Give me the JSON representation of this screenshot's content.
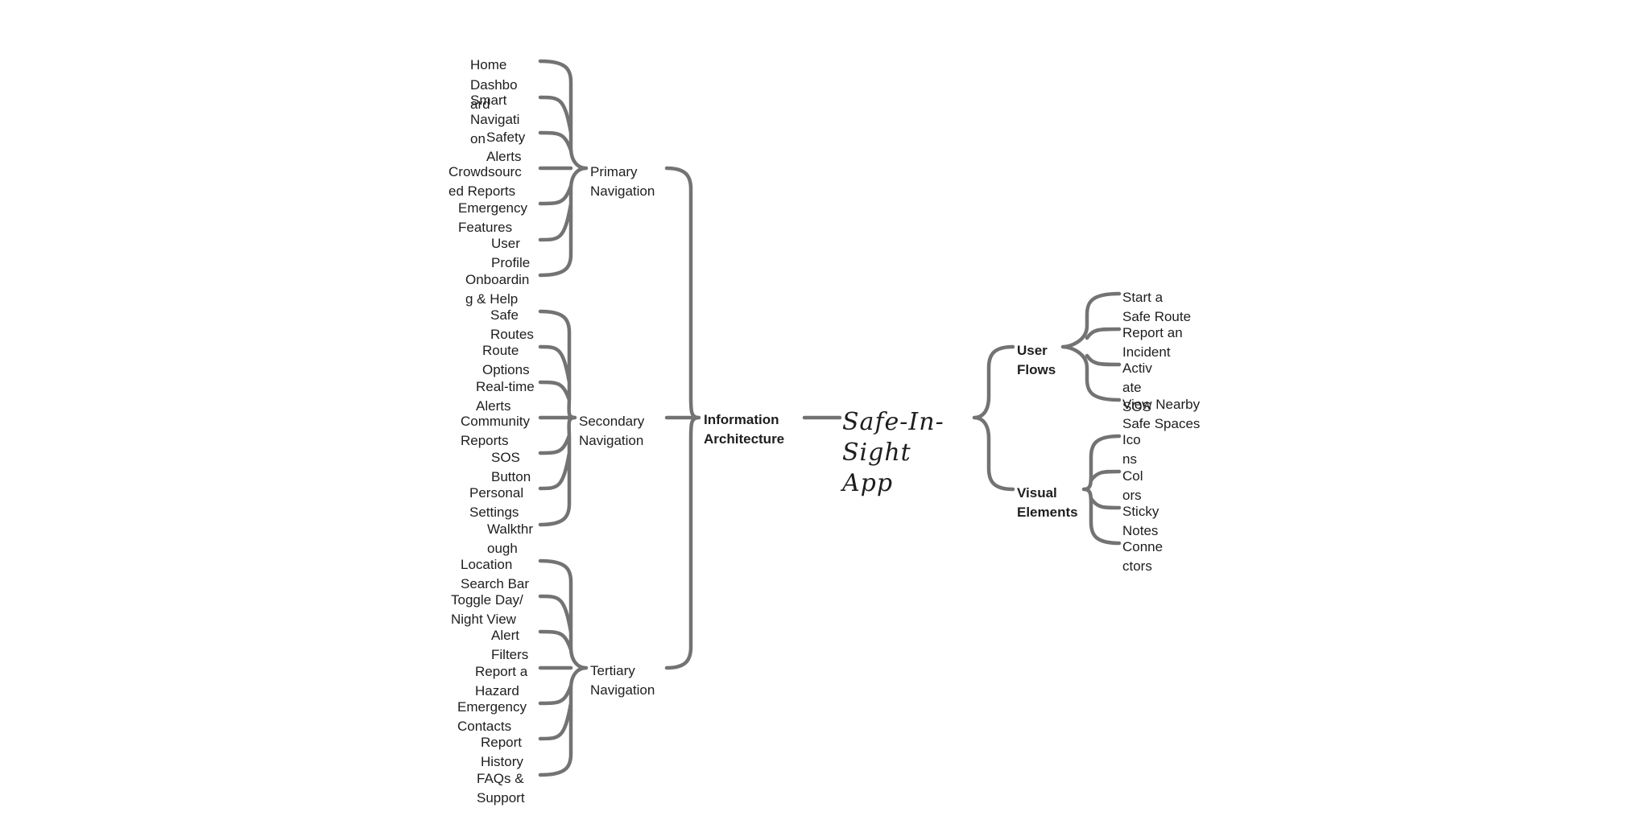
{
  "central": "Safe-In-Sight App",
  "left": {
    "hub": "Information Architecture",
    "groups": [
      {
        "label": "Primary Navigation",
        "items": [
          "Home",
          "Dashboard",
          "Smart Navigation",
          "Safety Alerts",
          "Crowdsourced Reports",
          "Emergency Features",
          "User Profile"
        ]
      },
      {
        "label": "Secondary Navigation",
        "items": [
          "Onboarding & Help",
          "Safe Routes",
          "Route Options",
          "Real-time Alerts",
          "Community Reports",
          "SOS Button",
          "Personal Settings"
        ]
      },
      {
        "label": "Tertiary Navigation",
        "items": [
          "Walkthrough",
          "Location Search Bar",
          "Toggle Day/ Night View",
          "Alert Filters",
          "Report a Hazard",
          "Emergency Contacts",
          "Report History",
          "FAQs & Support"
        ]
      }
    ]
  },
  "right": {
    "groups": [
      {
        "label": "User Flows",
        "items": [
          "Start a Safe Route",
          "Report an Incident",
          "Activate SOS",
          "View Nearby Safe Spaces"
        ]
      },
      {
        "label": "Visual Elements",
        "items": [
          "Icons",
          "Colors",
          "Sticky Notes",
          "Connectors"
        ]
      }
    ]
  },
  "colors": {
    "connector": "#737373",
    "text": "#1e1e1e",
    "background": "#ffffff"
  }
}
